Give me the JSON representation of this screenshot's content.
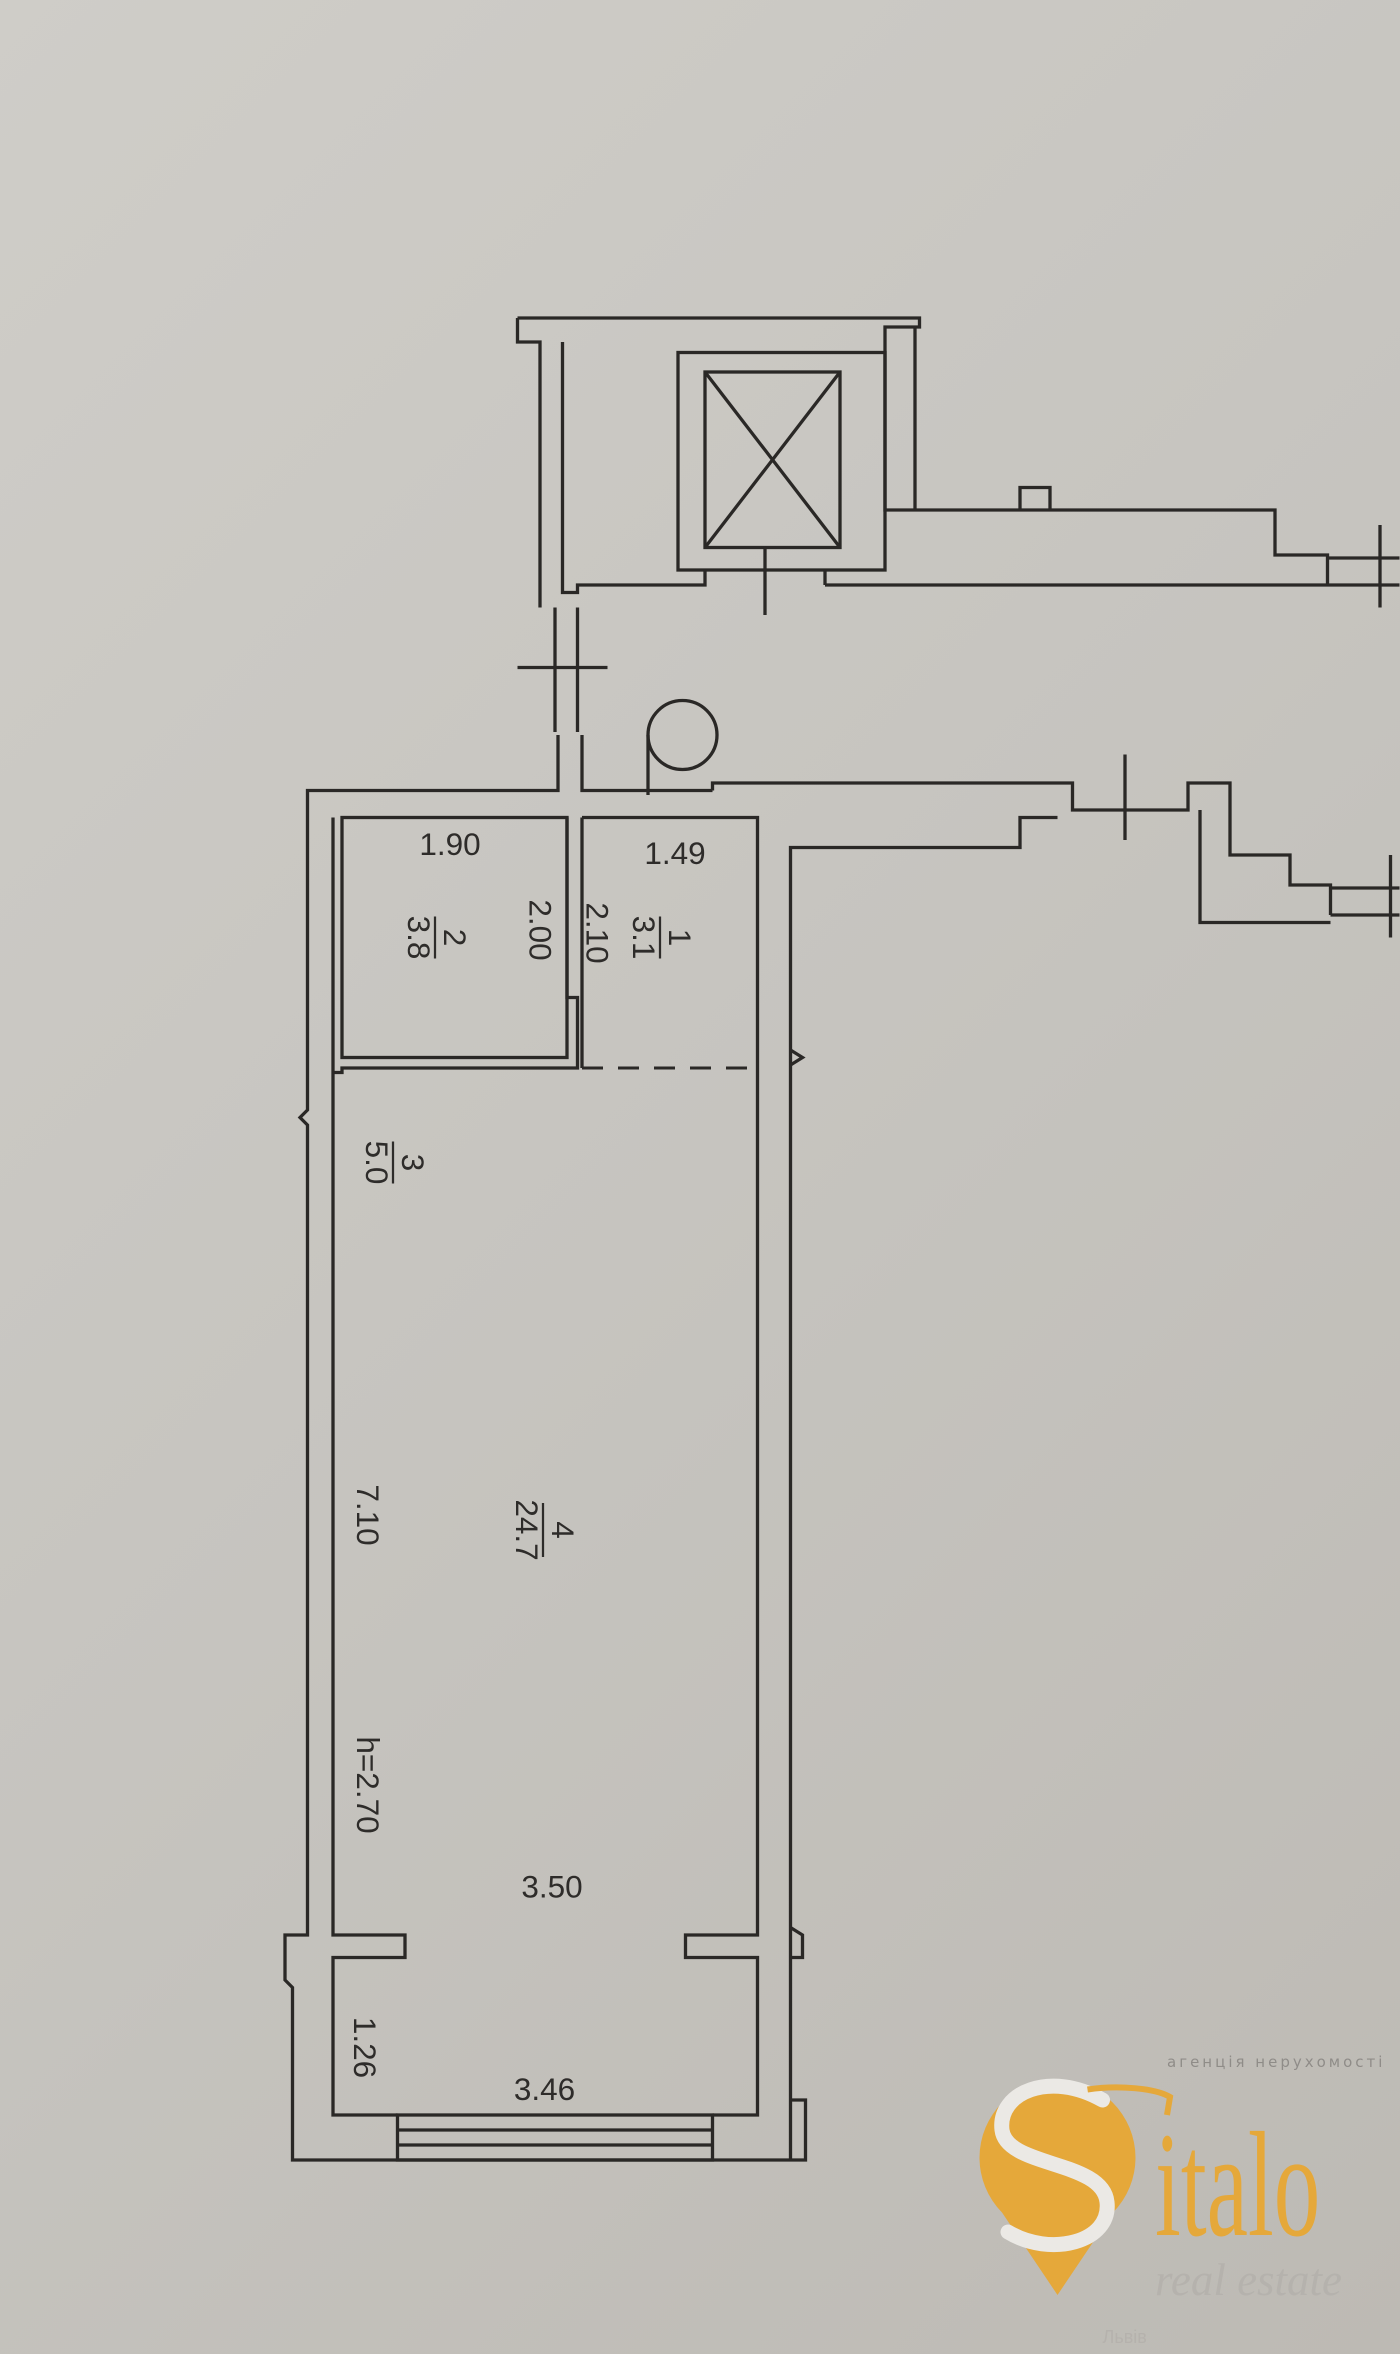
{
  "plan": {
    "dimensions": {
      "room2_width": "1.90",
      "room1_width": "1.49",
      "room2_length": "2.00",
      "room1_length": "2.10",
      "room4_length": "7.10",
      "ceiling_height": "h=2.70",
      "room4_width": "3.50",
      "balcony_depth": "1.26",
      "balcony_width": "3.46"
    },
    "rooms": [
      {
        "number": "1",
        "area": "3.1"
      },
      {
        "number": "2",
        "area": "3.8"
      },
      {
        "number": "3",
        "area": "5.0"
      },
      {
        "number": "4",
        "area": "24.7"
      }
    ]
  },
  "logo": {
    "brand": "Sitalo",
    "tagline": "агенція нерухомості",
    "subtitle": "real estate",
    "city": "Львів",
    "color": "#E5A83A"
  }
}
